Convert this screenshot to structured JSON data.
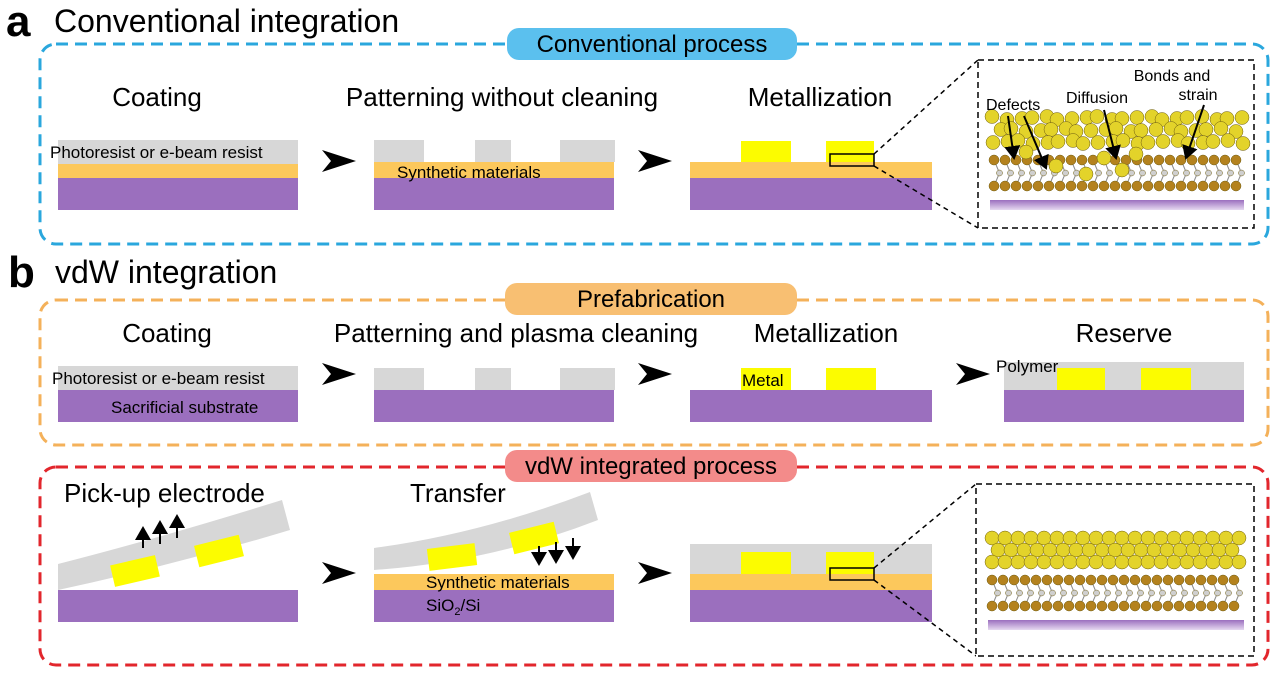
{
  "colors": {
    "substrate": "#9b6fbe",
    "synthetic": "#fcc85c",
    "resist": "#d7d7d7",
    "metal": "#fcfc00",
    "border_a": "#2aa7dd",
    "border_b_top": "#f4b15a",
    "border_b_bottom": "#e2262c",
    "pill_a": "#5bc0ee",
    "pill_b_top": "#f8bf72",
    "pill_b_bottom": "#f38b8a",
    "atom_gold": "#e3d32a",
    "atom_brown": "#b4821e"
  },
  "panel_a": {
    "letter": "a",
    "title": "Conventional integration",
    "pill": "Conventional process",
    "steps": {
      "coating": "Coating",
      "patterning": "Patterning without cleaning",
      "metallization": "Metallization"
    },
    "labels": {
      "resist": "Photoresist or e-beam resist",
      "synthetic": "Synthetic materials"
    },
    "inset": {
      "defects": "Defects",
      "diffusion": "Diffusion",
      "bonds_line1": "Bonds and",
      "bonds_line2": "strain"
    }
  },
  "panel_b": {
    "letter": "b",
    "title": "vdW integration",
    "prefab_pill": "Prefabrication",
    "prefab_steps": {
      "coating": "Coating",
      "patterning": "Patterning and plasma cleaning",
      "metallization": "Metallization",
      "reserve": "Reserve"
    },
    "prefab_labels": {
      "resist": "Photoresist or e-beam resist",
      "sacrificial": "Sacrificial substrate",
      "metal": "Metal",
      "polymer": "Polymer"
    },
    "process_pill": "vdW integrated process",
    "process_steps": {
      "pickup": "Pick-up electrode",
      "transfer": "Transfer"
    },
    "process_labels": {
      "synthetic": "Synthetic materials",
      "sio2_prefix": "SiO",
      "sio2_sub": "2",
      "sio2_suffix": "/Si"
    }
  }
}
